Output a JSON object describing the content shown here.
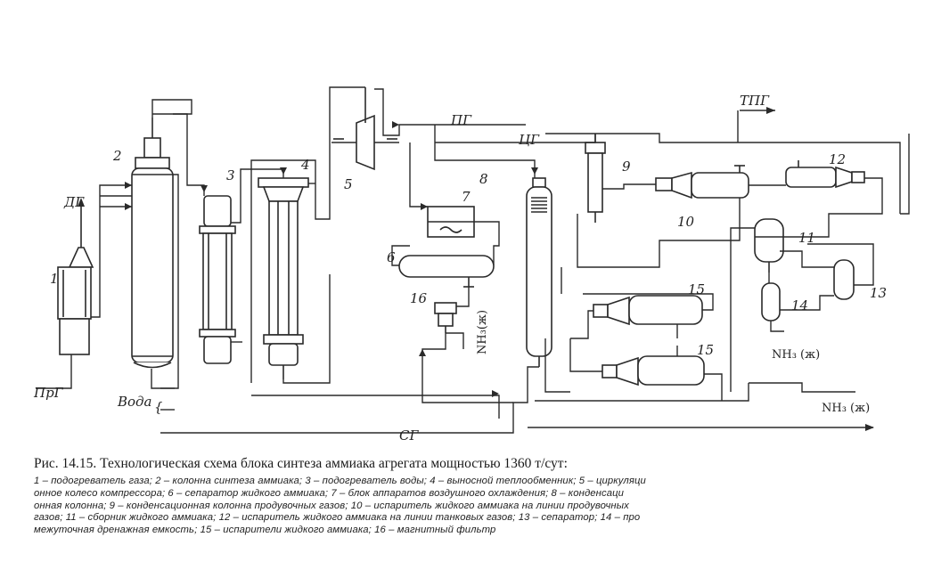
{
  "stream_labels": {
    "dg": "ДГ",
    "prg": "ПрГ",
    "voda": "Вода",
    "pg": "ПГ",
    "tsg": "ЦГ",
    "tpg": "ТПГ",
    "sg": "СГ",
    "nh3_liquid_vertical": "NH₃(ж)",
    "nh3_liquid_14": "NH₃ (ж)",
    "nh3_liquid_out": "NH₃ (ж)"
  },
  "equipment_numbers": {
    "n1": "1",
    "n2": "2",
    "n3": "3",
    "n4": "4",
    "n5": "5",
    "n6": "6",
    "n7": "7",
    "n8": "8",
    "n9": "9",
    "n10": "10",
    "n11": "11",
    "n12": "12",
    "n13": "13",
    "n14": "14",
    "n15a": "15",
    "n15b": "15",
    "n16": "16"
  },
  "caption": {
    "title": "Рис. 14.15. Технологическая схема блока синтеза аммиака агрегата  мощностью 1360 т/сут:",
    "legend_lines": [
      "1 – подогреватель газа; 2 – колонна синтеза аммиака; 3 – подогреватель воды; 4 – выносной теплообменник; 5 – циркуляци",
      "онное колесо компрессора; 6 – сепаратор жидкого аммиака; 7 – блок аппаратов воздушного охлаждения; 8 – конденсаци",
      "онная колонна; 9 – конденсационная колонна продувочных газов; 10 – испаритель жидкого аммиака на линии продувочных",
      "газов; 11 – сборник жидкого аммиака; 12 – испаритель жидкого аммиака на линии танковых газов; 13 – сепаратор; 14 – про",
      "межуточная дренажная емкость; 15 – испарители жидкого аммиака; 16 – магнитный фильтр"
    ]
  }
}
